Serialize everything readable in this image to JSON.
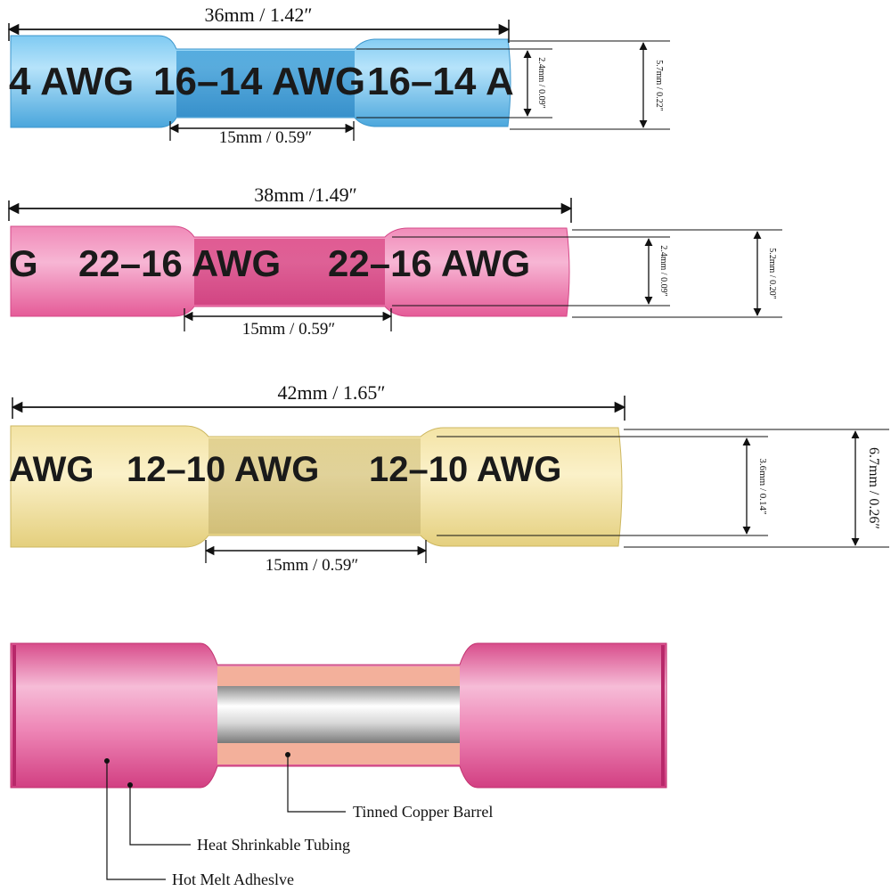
{
  "connectors": [
    {
      "id": "blue",
      "color": "#5fb5e6",
      "total_length": "36mm / 1.42″",
      "mid_length": "15mm / 0.59″",
      "inner_diameter": "2.4mm / 0.09″",
      "outer_diameter": "5.7mm / 0.22″",
      "print_left": "4 AWG",
      "print_mid": "16–14 AWG",
      "print_right": "16–14 A"
    },
    {
      "id": "pink",
      "color": "#ee6fa6",
      "total_length": "38mm /1.49″",
      "mid_length": "15mm / 0.59″",
      "inner_diameter": "2.4mm / 0.09″",
      "outer_diameter": "5.2mm / 0.20″",
      "print_left": "G",
      "print_mid": "22–16 AWG",
      "print_right": "22–16 AWG"
    },
    {
      "id": "yellow",
      "color": "#ecd98c",
      "total_length": "42mm / 1.65″",
      "mid_length": "15mm / 0.59″",
      "inner_diameter": "3.6mm / 0.14″",
      "outer_diameter": "6.7mm / 0.26″",
      "print_left": "AWG",
      "print_mid": "12–10 AWG",
      "print_right": "12–10 AWG"
    }
  ],
  "cutaway": {
    "labels": {
      "barrel": "Tinned Copper Barrel",
      "tubing": "Heat Shrinkable Tubing",
      "adhesive": "Hot Melt Adheslve"
    }
  }
}
